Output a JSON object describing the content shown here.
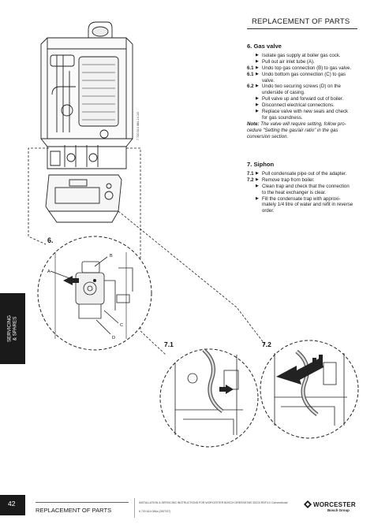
{
  "header": {
    "title": "REPLACEMENT OF PARTS"
  },
  "sections": {
    "gas_valve": {
      "heading": "6. Gas valve",
      "steps": [
        {
          "num": "",
          "bullet": true,
          "text": "Isolate gas supply at boiler gas cock."
        },
        {
          "num": "",
          "bullet": true,
          "text": "Pull out air inlet tube (A)."
        },
        {
          "num": "6.1",
          "bullet": true,
          "text": "Undo top gas connection (B) to gas valve."
        },
        {
          "num": "6.1",
          "bullet": true,
          "text": "Undo bottom gas connection (C) to gas"
        },
        {
          "num": "",
          "bullet": false,
          "text": "valve."
        },
        {
          "num": "6.2",
          "bullet": true,
          "text": "Undo two securing screws (D) on the"
        },
        {
          "num": "",
          "bullet": false,
          "text": "underside of casing."
        },
        {
          "num": "",
          "bullet": true,
          "text": "Pull valve up and forward out of boiler."
        },
        {
          "num": "",
          "bullet": true,
          "text": "Disconnect electrical connections."
        },
        {
          "num": "",
          "bullet": true,
          "text": "Replace valve with new seals and check"
        },
        {
          "num": "",
          "bullet": false,
          "text": "for gas soundness."
        }
      ],
      "note_label": "Note:",
      "note_lines": [
        " The valve will require setting, follow pro-",
        "cedure \"Setting the gas/air ratio\" in the gas",
        "conversion section."
      ]
    },
    "siphon": {
      "heading": "7. Siphon",
      "steps": [
        {
          "num": "7.1",
          "bullet": true,
          "text": "Pull condensate pipe out of the adapter."
        },
        {
          "num": "7.2",
          "bullet": true,
          "text": "Remove trap from boiler."
        },
        {
          "num": "",
          "bullet": true,
          "text": "Clean trap and check that the connection"
        },
        {
          "num": "",
          "bullet": false,
          "text": "to the heat exchanger is clear."
        },
        {
          "num": "",
          "bullet": true,
          "text": "Fill the condensate trap with approxi-"
        },
        {
          "num": "",
          "bullet": false,
          "text": "mately 1/4 litre of water and refit in reverse"
        },
        {
          "num": "",
          "bullet": false,
          "text": "order."
        }
      ]
    }
  },
  "side_tab": {
    "line1": "SERVICING",
    "line2": "& SPARES"
  },
  "figure": {
    "ref": "7 720 614 084-14.1O",
    "detail_6": "6.",
    "detail_71": "7.1",
    "detail_72": "7.2",
    "label_a": "A",
    "label_b": "B",
    "label_c": "C",
    "label_d": "D"
  },
  "footer": {
    "page_number": "42",
    "section_title": "REPLACEMENT OF PARTS",
    "small_line1": "INSTALLATION & SERVICING INSTRUCTIONS FOR WORCESTER BOSCH GREENSTAR 30CDi RSF/LX Conventional",
    "small_line2": "6 720 614 084a (2007/07)",
    "brand": "WORCESTER",
    "brand_sub": "Bosch Group"
  },
  "colors": {
    "ink": "#1a1a1a",
    "tab": "#1a1a1a",
    "paper": "#ffffff"
  }
}
